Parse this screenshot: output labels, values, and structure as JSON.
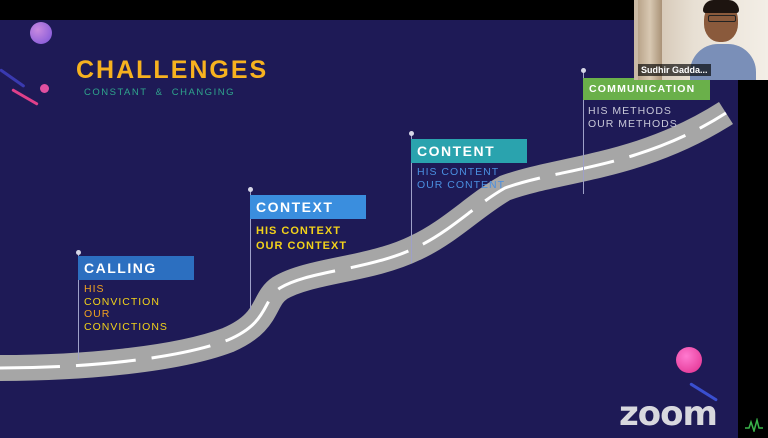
{
  "slide": {
    "title": "CHALLENGES",
    "subtitle": "CONSTANT  &  CHANGING",
    "stages": [
      {
        "label": "CALLING",
        "lines": [
          "HIS",
          "CONVICTION",
          "OUR",
          "CONVICTIONS"
        ]
      },
      {
        "label": "CONTEXT",
        "lines": [
          "HIS CONTEXT",
          "OUR CONTEXT"
        ]
      },
      {
        "label": "CONTENT",
        "lines": [
          "HIS CONTENT",
          "OUR CONTENT"
        ]
      },
      {
        "label": "COMMUNICATION",
        "lines": [
          "HIS METHODS",
          "OUR METHODS"
        ]
      }
    ]
  },
  "video": {
    "participant_name": "Sudhir Gadda..."
  },
  "watermark": {
    "text": "zoom"
  },
  "colors": {
    "slide_bg": "#1e1a56",
    "title": "#f7b21f",
    "subtitle": "#2fa58c",
    "calling_bar": "#2c6fc0",
    "context_bar": "#3a8ede",
    "content_bar": "#2aa3ae",
    "communication_bar": "#6ab04a",
    "road": "#a6a6a6",
    "desc_orange": "#f0a020",
    "desc_yellow": "#f2d21a",
    "desc_blue": "#4a8fe0",
    "desc_gray": "#c8c8d8"
  },
  "icons": [
    "signal-icon"
  ]
}
